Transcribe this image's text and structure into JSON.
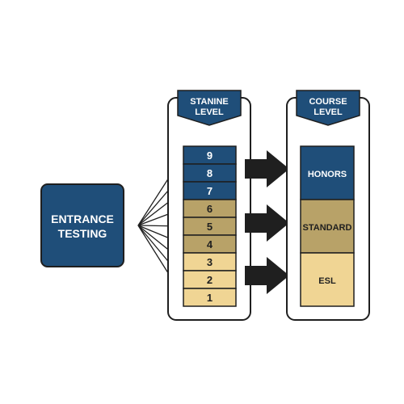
{
  "entrance": {
    "line1": "ENTRANCE",
    "line2": "TESTING"
  },
  "stanine": {
    "header_line1": "STANINE",
    "header_line2": "LEVEL",
    "levels": [
      "9",
      "8",
      "7",
      "6",
      "5",
      "4",
      "3",
      "2",
      "1"
    ]
  },
  "course": {
    "header_line1": "COURSE",
    "header_line2": "LEVEL",
    "honors": "HONORS",
    "standard": "STANDARD",
    "esl": "ESL"
  },
  "colors": {
    "navy": "#1f4e79",
    "olive": "#b8a268",
    "sand": "#f0d594",
    "outline": "#1f1f1f"
  }
}
